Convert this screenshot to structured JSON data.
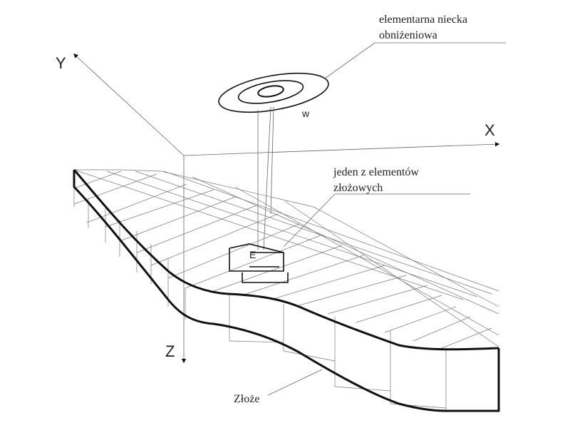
{
  "labels": {
    "basin": "elementarna niecka obniżeniowa",
    "basin_line1": "elementarna niecka",
    "basin_line2": "obniżeniowa",
    "element_line1": "jeden z elementów",
    "element_line2": "złożowych",
    "deposit": "Złoże",
    "w": "w",
    "e": "E"
  },
  "axes": {
    "x": "X",
    "y": "Y",
    "z": "Z"
  }
}
